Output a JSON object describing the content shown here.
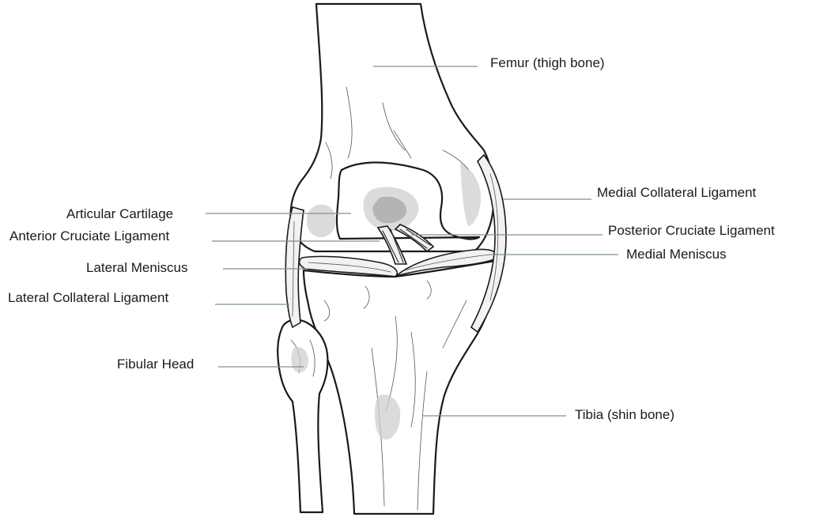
{
  "figure": {
    "labels": {
      "femur": "Femur (thigh bone)",
      "medial_collateral_ligament": "Medial Collateral Ligament",
      "articular_cartilage": "Articular Cartilage",
      "posterior_cruciate_ligament": "Posterior Cruciate Ligament",
      "anterior_cruciate_ligament": "Anterior Cruciate Ligament",
      "lateral_meniscus": "Lateral Meniscus",
      "medial_meniscus": "Medial Meniscus",
      "lateral_collateral_ligament": "Lateral Collateral Ligament",
      "fibular_head": "Fibular Head",
      "tibia": "Tibia (shin bone)"
    },
    "colors": {
      "leader_line": "#7d8f9a",
      "outline": "#1a1a1a",
      "background": "#ffffff"
    }
  }
}
